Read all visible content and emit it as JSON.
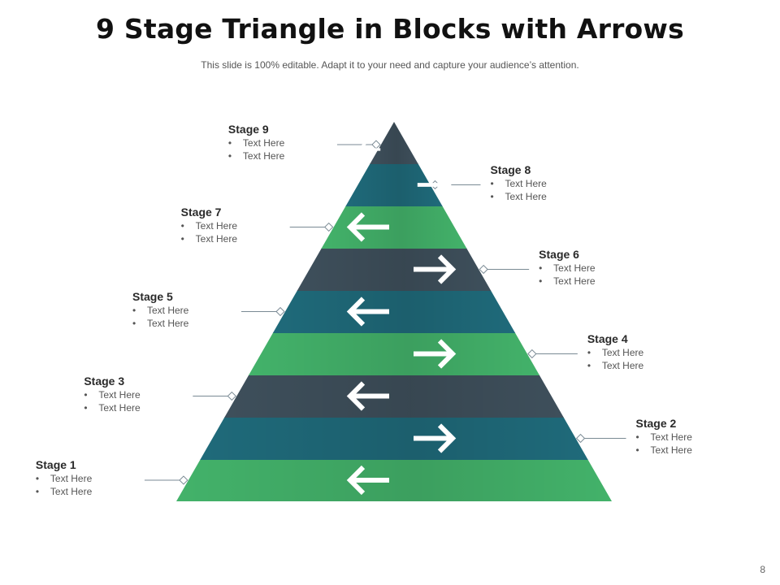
{
  "slide": {
    "title": "9 Stage Triangle in Blocks with Arrows",
    "subtitle": "This slide is 100% editable. Adapt it to your need and capture your audience’s attention.",
    "page_number": "8"
  },
  "colors": {
    "green": "#43b26a",
    "teal": "#1f6a7a",
    "slate": "#3e4f5b",
    "arrow": "#ffffff",
    "connector": "#7a8a94"
  },
  "stages": [
    {
      "name": "Stage 1",
      "bullets": [
        "Text Here",
        "Text Here"
      ],
      "color": "green",
      "arrow": "left",
      "side": "left"
    },
    {
      "name": "Stage 2",
      "bullets": [
        "Text Here",
        "Text Here"
      ],
      "color": "teal",
      "arrow": "right",
      "side": "right"
    },
    {
      "name": "Stage 3",
      "bullets": [
        "Text Here",
        "Text Here"
      ],
      "color": "slate",
      "arrow": "left",
      "side": "left"
    },
    {
      "name": "Stage 4",
      "bullets": [
        "Text Here",
        "Text Here"
      ],
      "color": "green",
      "arrow": "right",
      "side": "right"
    },
    {
      "name": "Stage 5",
      "bullets": [
        "Text Here",
        "Text Here"
      ],
      "color": "teal",
      "arrow": "left",
      "side": "left"
    },
    {
      "name": "Stage 6",
      "bullets": [
        "Text Here",
        "Text Here"
      ],
      "color": "slate",
      "arrow": "right",
      "side": "right"
    },
    {
      "name": "Stage 7",
      "bullets": [
        "Text Here",
        "Text Here"
      ],
      "color": "green",
      "arrow": "left",
      "side": "left"
    },
    {
      "name": "Stage 8",
      "bullets": [
        "Text Here",
        "Text Here"
      ],
      "color": "teal",
      "arrow": "right",
      "side": "right"
    },
    {
      "name": "Stage 9",
      "bullets": [
        "Text Here",
        "Text Here"
      ],
      "color": "slate",
      "arrow": "left",
      "side": "left"
    }
  ]
}
